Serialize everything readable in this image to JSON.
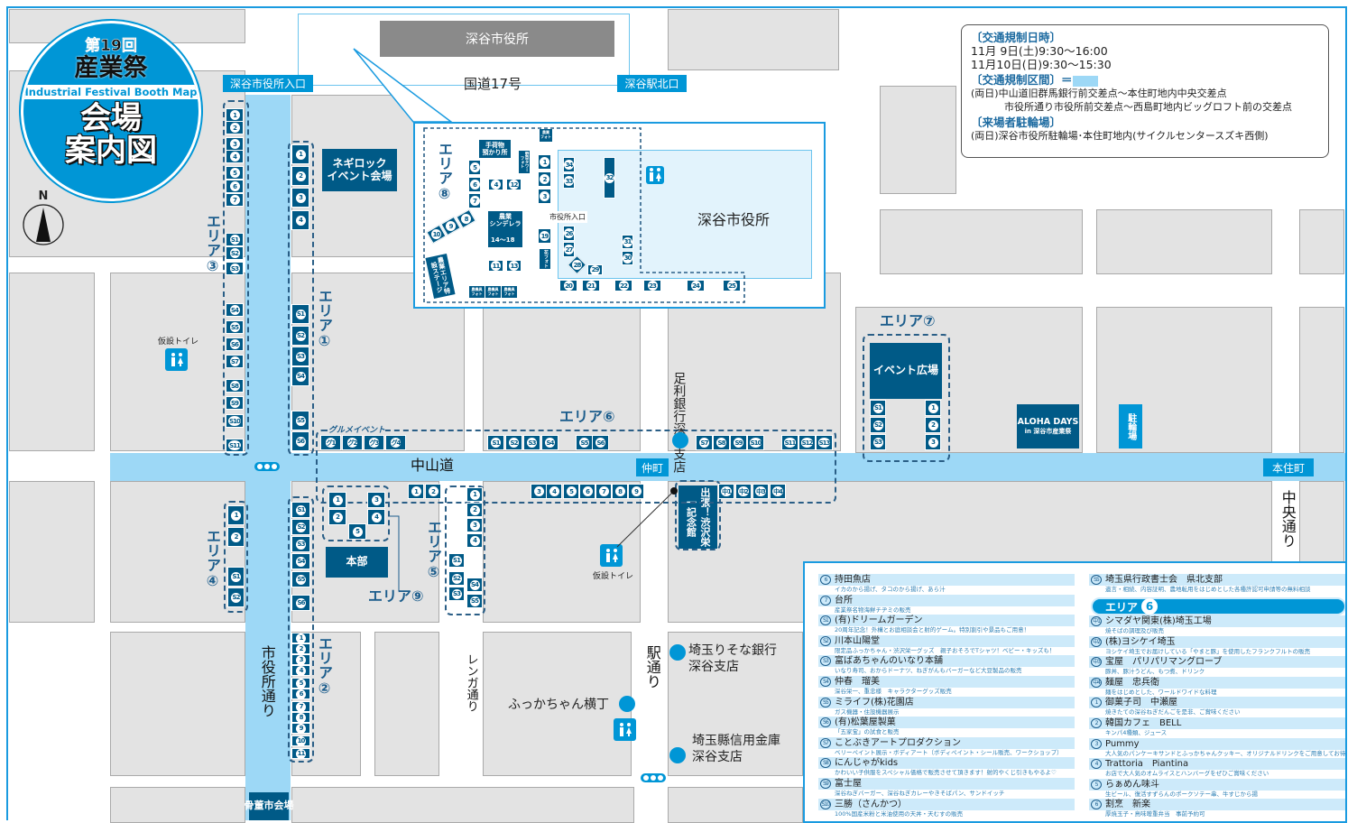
{
  "logo": {
    "edition": "第19回",
    "title": "産業祭",
    "subtitle": "Industrial Festival Booth Map",
    "heading1": "会場",
    "heading2": "案内図"
  },
  "compass": {
    "north": "N"
  },
  "labels": {
    "city_hall_top": "深谷市役所",
    "city_hall_entrance": "深谷市役所入口",
    "route17": "国道17号",
    "station_north": "深谷駅北口",
    "negi_rock": "ネギロック\nイベント会場",
    "temp_toilet_left": "仮設トイレ",
    "temp_toilet_center": "仮設トイレ",
    "nakasendo": "中山道",
    "nakamachi": "仲町",
    "motosumicho": "本住町",
    "gourmet_event": "グルメイベント",
    "ashikaga_bank": "足利銀行深谷支店",
    "honbu": "本部",
    "shibusawa": "出張！渋沢栄一記念館",
    "aloha1": "ALOHA DAYS",
    "aloha2": "in 深谷市産業祭",
    "bicycle_parking": "駐輪場",
    "event_plaza": "イベント広場",
    "shiyakusho_dori": "市役所通り",
    "renga_dori": "レンガ通り",
    "eki_dori": "駅通り",
    "chuo_dori": "中央通り",
    "resona": "埼玉りそな銀行\n深谷支店",
    "fukkachan": "ふっかちゃん横丁",
    "shinkin": "埼玉縣信用金庫\n深谷支店",
    "kotto": "骨董市会場"
  },
  "areas": {
    "a1": "エリア①",
    "a2": "エリア②",
    "a3": "エリア③",
    "a4": "エリア④",
    "a5": "エリア⑤",
    "a6": "エリア⑥",
    "a7": "エリア⑦",
    "a8": "エリア⑧",
    "a9": "エリア⑨"
  },
  "inset": {
    "city_hall": "深谷市役所",
    "entrance": "市役所入口",
    "baggage": "手荷物\n預かり所",
    "cinderella": "農業\nシンデレラ",
    "cinderella_range": "14～18",
    "photo_agri": "農業\nフォト",
    "photo_veg": "野菜タワーフォト",
    "photo_flower": "花フォト",
    "photo_machine": "農機具\nフォト",
    "stage": "農業エリア特設ステージ"
  },
  "booths": {
    "area3": [
      "1",
      "2",
      "3",
      "4",
      "5",
      "6",
      "7",
      "S1",
      "S2",
      "S3",
      "S4",
      "S5",
      "S6",
      "S7",
      "S8",
      "S9",
      "S10",
      "S11"
    ],
    "area1": [
      "1",
      "2",
      "3",
      "4",
      "S1",
      "S2",
      "S3",
      "S4",
      "S5",
      "S6"
    ],
    "gourmet": [
      "グ1",
      "グ2",
      "グ3",
      "グ4"
    ],
    "area6_top": [
      "S1",
      "S2",
      "S3",
      "S4",
      "S5",
      "S6",
      "S7",
      "S8",
      "S9",
      "S10",
      "S11",
      "S12",
      "S13"
    ],
    "area6_bottom": [
      "1",
      "2",
      "3",
      "4",
      "5",
      "6",
      "7",
      "8",
      "9",
      "中1",
      "中2",
      "中3",
      "中4"
    ],
    "area9": [
      "1",
      "2",
      "3",
      "4",
      "5"
    ],
    "area5": [
      "1",
      "2",
      "3",
      "4",
      "S1",
      "S2",
      "S3",
      "S4",
      "S5"
    ],
    "area4": [
      "1",
      "2",
      "S1",
      "S2"
    ],
    "area2": [
      "S1",
      "S2",
      "S3",
      "S4",
      "S5",
      "S6",
      "1",
      "2",
      "3",
      "4",
      "5",
      "6",
      "7",
      "8",
      "9",
      "10",
      "11"
    ],
    "area7": [
      "S1",
      "S2",
      "S3",
      "1",
      "2",
      "3"
    ],
    "area8": [
      "1",
      "2",
      "3",
      "4",
      "12",
      "5",
      "6",
      "7",
      "8",
      "9",
      "10",
      "11",
      "13",
      "19",
      "34",
      "33",
      "32",
      "26",
      "27",
      "28",
      "29",
      "31",
      "30",
      "20",
      "21",
      "22",
      "23",
      "24",
      "25"
    ]
  },
  "traffic": {
    "h1": "〔交通規制日時〕",
    "d1": "11月  9日(土)9:30～16:00",
    "d2": "11月10日(日)9:30～15:30",
    "h2": "〔交通規制区間〕＝",
    "s1": "(両日)中山道旧群馬銀行前交差点～本住町地内中央交差点",
    "s2": "市役所通り市役所前交差点～西島町地内ビッグロフト前の交差点",
    "h3": "〔来場者駐輪場〕",
    "p1": "(両日)深谷市役所駐輪場･本住町地内(サイクルセンタースズキ西側)"
  },
  "legend_left": [
    {
      "n": "6",
      "name": "持田魚店",
      "desc": "イカのから揚げ、タコのから揚げ、あら汁"
    },
    {
      "n": "7",
      "name": "台所",
      "desc": "産業祭名物海鮮チヂミの販売"
    },
    {
      "n": "S1",
      "name": "(有)ドリームガーデン",
      "desc": "20周年記念！外構とお庭相談会と射的ゲーム。特別割引や景品もご用意！"
    },
    {
      "n": "S2",
      "name": "川本山陽堂",
      "desc": "限定品ふっかちゃん・渋沢栄一グッズ　親子おそろでTシャツ！ベビー・キッズも！"
    },
    {
      "n": "S3",
      "name": "富ばあちゃんのいなり本舗",
      "desc": "いなり寿司、おからドーナツ、ねぎがんもバーガーなど大豆製品の販売"
    },
    {
      "n": "S4",
      "name": "仲春　瑠美",
      "desc": "深谷栄一、重忠様　キャラクターグッズ販売"
    },
    {
      "n": "S5",
      "name": "ミライフ(株)花園店",
      "desc": "ガス機器・住設機器展示"
    },
    {
      "n": "S6",
      "name": "(有)松葉屋製菓",
      "desc": "「五家宝」の試食と販売"
    },
    {
      "n": "S7",
      "name": "ことぶきアートプロダクション",
      "desc": "ベリーペイント展示・ボディアート（ボディペイント・シール販売、ワークショップ）"
    },
    {
      "n": "S8",
      "name": "にんじゃがkids",
      "desc": "かわいい子供服をスペシャル価格で販売させて頂きます！射的やくじ引きもやるよ♡"
    },
    {
      "n": "S9",
      "name": "富士屋",
      "desc": "深谷ねぎバーガー、深谷ねぎカレーやきそばパン、サンドイッチ"
    },
    {
      "n": "S10",
      "name": "三勝（さんかつ）",
      "desc": "100%国産米粉と米油使用の天丼・天むすの販売"
    }
  ],
  "legend_right_top": {
    "n": "S5",
    "name": "埼玉県行政書士会　県北支部",
    "desc": "遺言・相続、内容証明、農地転用をはじめとした各種許認可申請等の無料相談"
  },
  "legend_area_heading": {
    "label": "エリア",
    "num": "6"
  },
  "legend_right": [
    {
      "n": "中1",
      "name": "シマダヤ関東(株)埼玉工場",
      "desc": "焼そばの調理及び販売"
    },
    {
      "n": "中2",
      "name": "(株)ヨシケイ埼玉",
      "desc": "ヨシケイ埼玉でお届けしている「やまと豚」を使用したフランクフルトの販売"
    },
    {
      "n": "中3",
      "name": "宝屋　パリパリマングローブ",
      "desc": "豚丼、豚汁うどん、もつ煮、ドリンク"
    },
    {
      "n": "中4",
      "name": "麺屋　忠兵衛",
      "desc": "麺をはじめとした、ワールドワイドな料理"
    },
    {
      "n": "1",
      "name": "御菓子司　中瀬屋",
      "desc": "焼きたての深谷ねぎだんごを是非、ご賞味ください"
    },
    {
      "n": "2",
      "name": "韓国カフェ　BELL",
      "desc": "キンパ4種類、ジュース"
    },
    {
      "n": "3",
      "name": "Pummy",
      "desc": "大人気のパンケーキサンドとふっかちゃんクッキー、オリジナルドリンクをご用意してお待ちしております"
    },
    {
      "n": "4",
      "name": "Trattoria　Piantina",
      "desc": "お店で大人気のオムライスとハンバーグをぜひご賞味ください"
    },
    {
      "n": "5",
      "name": "らぁめん味斗",
      "desc": "生ビール、復活すずらんのポークソテー串、牛すじから揚"
    },
    {
      "n": "6",
      "name": "割烹　新楽",
      "desc": "厚焼玉子・鳥味噌重弁当　事前予約可"
    }
  ],
  "colors": {
    "booth": "#005a87",
    "accent": "#0096d6",
    "road": "#9dd8f6",
    "block": "#e3e3e3"
  }
}
